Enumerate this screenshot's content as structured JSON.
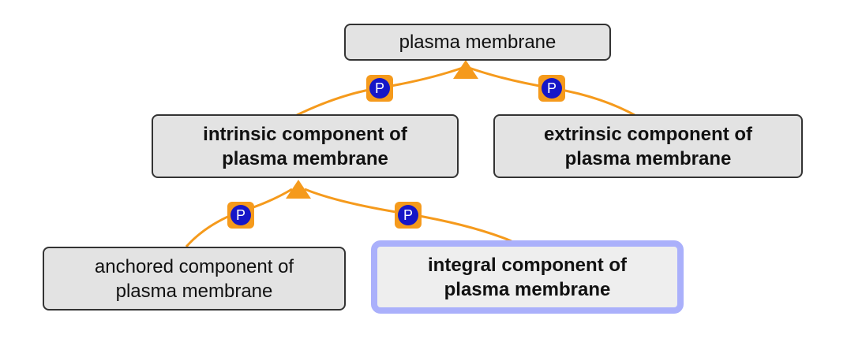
{
  "nodes": {
    "plasma_membrane": {
      "label": "plasma membrane"
    },
    "intrinsic": {
      "label": "intrinsic component of\nplasma membrane"
    },
    "extrinsic": {
      "label": "extrinsic component of\nplasma membrane"
    },
    "anchored": {
      "label": "anchored component of\nplasma membrane"
    },
    "integral": {
      "label": "integral component of\nplasma membrane"
    }
  },
  "relation": {
    "badge_letter": "P"
  },
  "colors": {
    "edge": "#f59a1c",
    "badge_disc": "#1616c8",
    "selected_border": "#aab0fb",
    "node_fill": "#e3e3e3"
  }
}
